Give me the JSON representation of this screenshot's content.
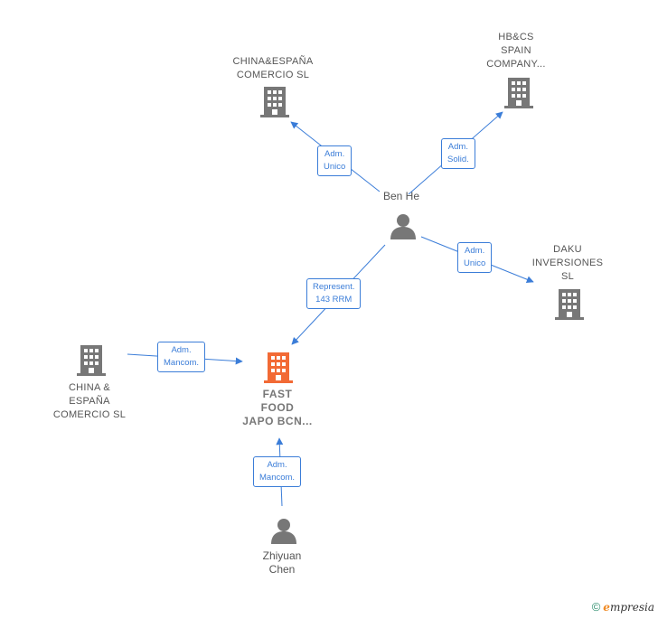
{
  "nodes": {
    "china_espana_top": {
      "lines": [
        "CHINA&ESPAÑA",
        "COMERCIO  SL"
      ]
    },
    "hbcs": {
      "lines": [
        "HB&CS",
        "SPAIN",
        "COMPANY..."
      ]
    },
    "ben_he": {
      "lines": [
        "Ben He"
      ]
    },
    "daku": {
      "lines": [
        "DAKU",
        "INVERSIONES",
        "SL"
      ]
    },
    "china_espana_left": {
      "lines": [
        "CHINA &",
        "ESPAÑA",
        "COMERCIO  SL"
      ]
    },
    "fast_food": {
      "lines": [
        "FAST",
        "FOOD",
        "JAPO BCN..."
      ]
    },
    "zhiyuan": {
      "lines": [
        "Zhiyuan",
        "Chen"
      ]
    }
  },
  "edges": {
    "ben_china_top": {
      "lines": [
        "Adm.",
        "Unico"
      ]
    },
    "ben_hbcs": {
      "lines": [
        "Adm.",
        "Solid."
      ]
    },
    "ben_daku": {
      "lines": [
        "Adm.",
        "Unico"
      ]
    },
    "ben_fastfood": {
      "lines": [
        "Represent.",
        "143 RRM"
      ]
    },
    "china_left_fastfood": {
      "lines": [
        "Adm.",
        "Mancom."
      ]
    },
    "zhiyuan_fastfood": {
      "lines": [
        "Adm.",
        "Mancom."
      ]
    }
  },
  "colors": {
    "edge": "#3b7dd8",
    "company_icon": "#777777",
    "focus_icon": "#f26a35",
    "person_icon": "#777777"
  },
  "footer": {
    "copyright": "©",
    "brand_initial": "e",
    "brand_rest": "mpresia"
  }
}
